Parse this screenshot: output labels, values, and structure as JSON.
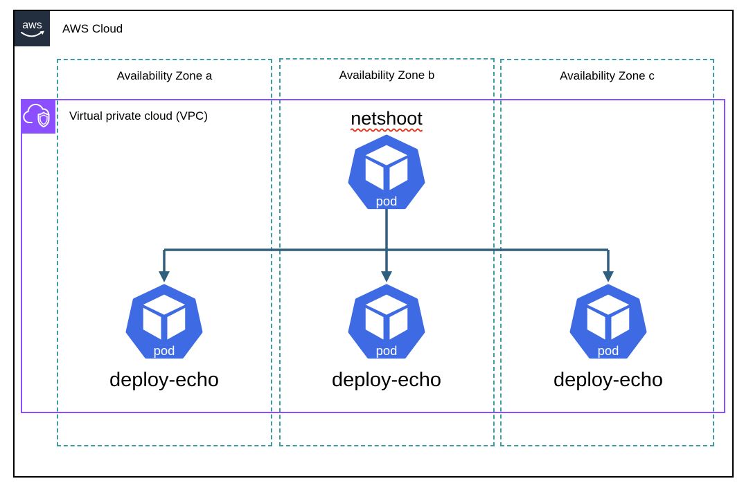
{
  "header": {
    "logo_text": "aws",
    "title": "AWS Cloud"
  },
  "vpc": {
    "label": "Virtual private cloud (VPC)"
  },
  "zones": [
    {
      "label": "Availability Zone a"
    },
    {
      "label": "Availability Zone b"
    },
    {
      "label": "Availability Zone c"
    }
  ],
  "source_pod": {
    "name": "netshoot",
    "icon_label": "pod"
  },
  "target_pods": [
    {
      "name": "deploy-echo",
      "icon_label": "pod"
    },
    {
      "name": "deploy-echo",
      "icon_label": "pod"
    },
    {
      "name": "deploy-echo",
      "icon_label": "pod"
    }
  ],
  "colors": {
    "aws_dark": "#232F3E",
    "zone_dashed_teal": "#3E9AA3",
    "vpc_purple": "#8C4FFF",
    "pod_blue": "#3E6BE4",
    "connector_line": "#305F7E",
    "netshoot_underline_red": "#E0321F",
    "outer_border": "#000000"
  }
}
